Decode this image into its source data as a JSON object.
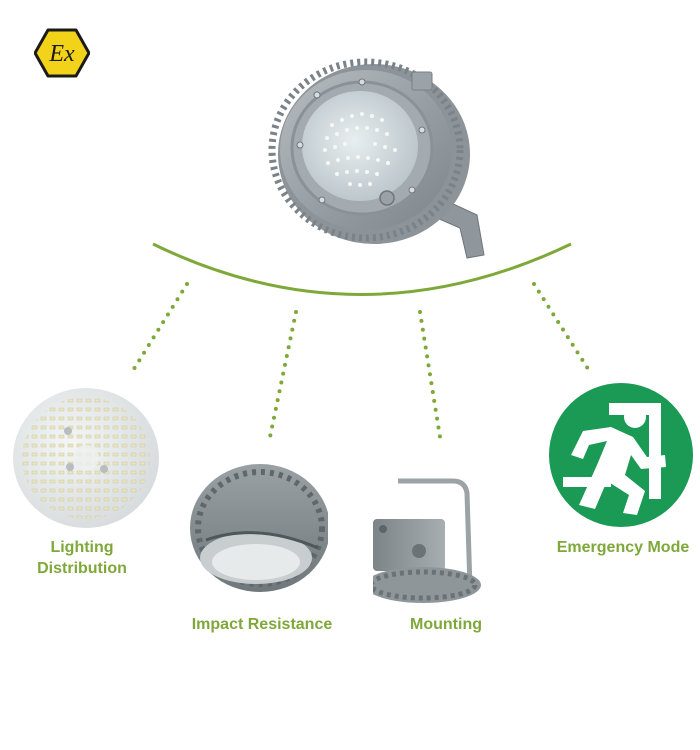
{
  "certification": {
    "mark_text": "Ex",
    "icon": "atex-ex-hexagon-icon",
    "color": "#f3d21a"
  },
  "product": {
    "icon": "explosion-proof-led-high-bay-light"
  },
  "accent_color": "#7fa83a",
  "features": [
    {
      "id": "lighting-distribution",
      "label_line1": "Lighting",
      "label_line2": "Distribution",
      "icon": "led-array-icon"
    },
    {
      "id": "impact-resistance",
      "label": "Impact Resistance",
      "icon": "impact-housing-icon"
    },
    {
      "id": "mounting",
      "label": "Mounting",
      "icon": "mounting-bracket-icon"
    },
    {
      "id": "emergency-mode",
      "label": "Emergency Mode",
      "icon": "emergency-exit-icon",
      "color": "#1a9a55"
    }
  ]
}
